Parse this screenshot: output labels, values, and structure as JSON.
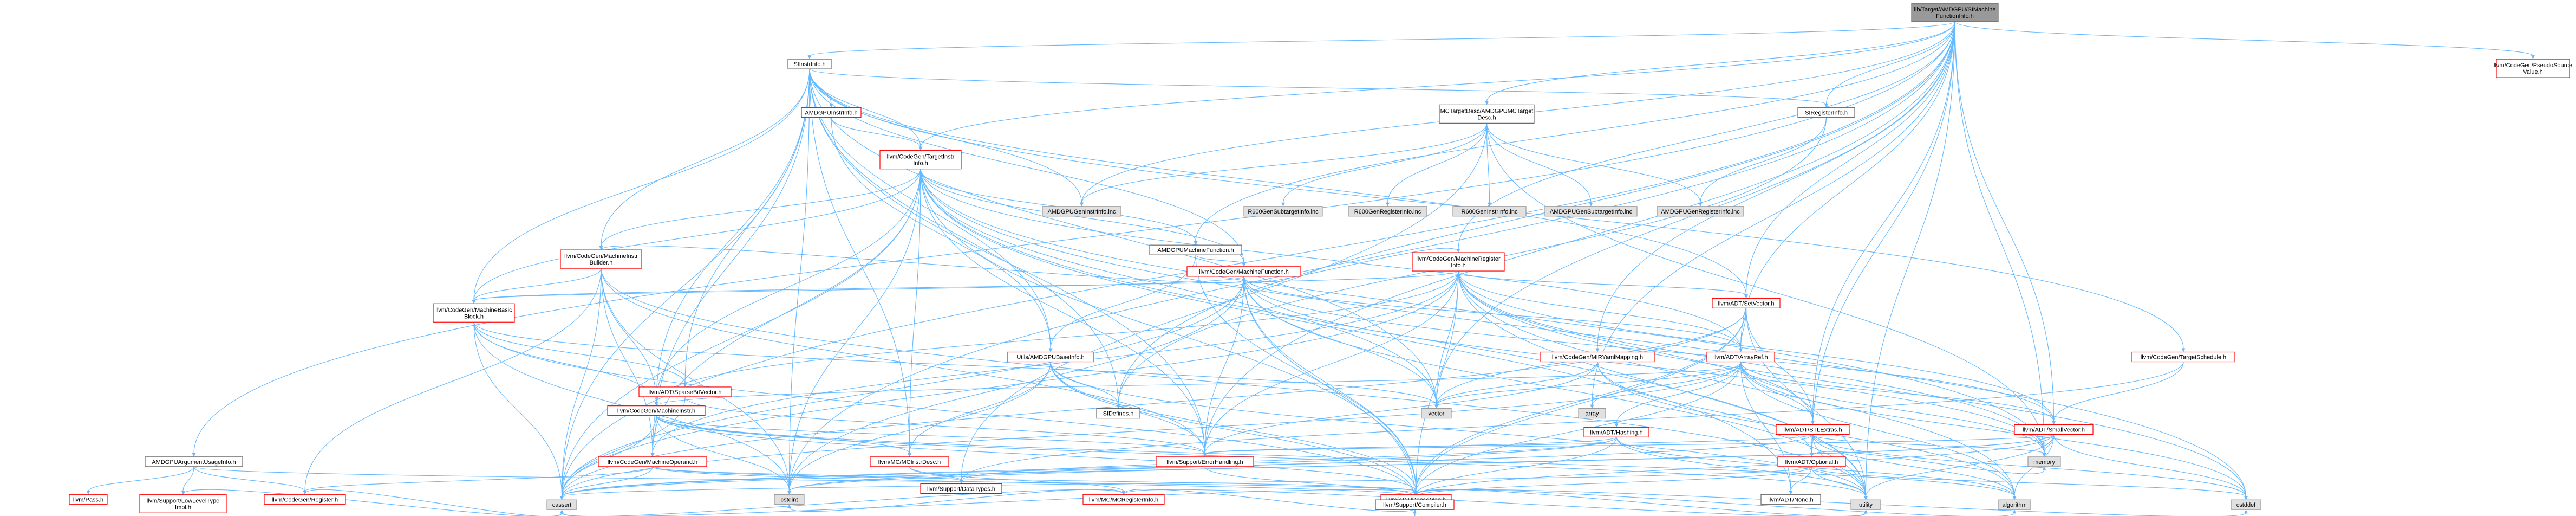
{
  "colors": {
    "root_fill": "#999999",
    "root_stroke": "#666666",
    "red_stroke": "#ff0000",
    "red_text": "#ff0000",
    "gray_fill": "#e0e0e0",
    "gray_stroke": "#999999",
    "white_fill": "#ffffff",
    "black_stroke": "#666666",
    "edge": "#63b8ff"
  },
  "nodes": [
    {
      "id": "root",
      "lines": [
        "lib/Target/AMDGPU/SIMachine",
        "FunctionInfo.h"
      ],
      "style": "root"
    },
    {
      "id": "siinstrinfo",
      "lines": [
        "SIInstrInfo.h"
      ],
      "style": "black"
    },
    {
      "id": "amdgpuinstrinfo",
      "lines": [
        "AMDGPUInstrInfo.h"
      ],
      "style": "red"
    },
    {
      "id": "targetinstrinfo",
      "lines": [
        "llvm/CodeGen/TargetInstr",
        "Info.h"
      ],
      "style": "red"
    },
    {
      "id": "amdgpugeninstrinfo",
      "lines": [
        "AMDGPUGenInstrInfo.inc"
      ],
      "style": "gray"
    },
    {
      "id": "mctargetdesc",
      "lines": [
        "MCTargetDesc/AMDGPUMCTarget",
        "Desc.h"
      ],
      "style": "black"
    },
    {
      "id": "r600gensubtarget",
      "lines": [
        "R600GenSubtargetInfo.inc"
      ],
      "style": "gray"
    },
    {
      "id": "r600genregister",
      "lines": [
        "R600GenRegisterInfo.inc"
      ],
      "style": "gray"
    },
    {
      "id": "r600geninstr",
      "lines": [
        "R600GenInstrInfo.inc"
      ],
      "style": "gray"
    },
    {
      "id": "amdgpugensubtarget",
      "lines": [
        "AMDGPUGenSubtargetInfo.inc"
      ],
      "style": "gray"
    },
    {
      "id": "amdgpugenregister",
      "lines": [
        "AMDGPUGenRegisterInfo.inc"
      ],
      "style": "gray"
    },
    {
      "id": "siregisterinfo",
      "lines": [
        "SIRegisterInfo.h"
      ],
      "style": "black"
    },
    {
      "id": "pseudosource",
      "lines": [
        "llvm/CodeGen/PseudoSource",
        "Value.h"
      ],
      "style": "red"
    },
    {
      "id": "machineinstrbuilder",
      "lines": [
        "llvm/CodeGen/MachineInstr",
        "Builder.h"
      ],
      "style": "red"
    },
    {
      "id": "amdgpumachinefunction",
      "lines": [
        "AMDGPUMachineFunction.h"
      ],
      "style": "black"
    },
    {
      "id": "machineregisterinfo",
      "lines": [
        "llvm/CodeGen/MachineRegister",
        "Info.h"
      ],
      "style": "red"
    },
    {
      "id": "machinefunction",
      "lines": [
        "llvm/CodeGen/MachineFunction.h"
      ],
      "style": "red"
    },
    {
      "id": "setvector",
      "lines": [
        "llvm/ADT/SetVector.h"
      ],
      "style": "red"
    },
    {
      "id": "machinebasicblock",
      "lines": [
        "llvm/CodeGen/MachineBasic",
        "Block.h"
      ],
      "style": "red"
    },
    {
      "id": "amdgpubaseinfo",
      "lines": [
        "Utils/AMDGPUBaseInfo.h"
      ],
      "style": "red"
    },
    {
      "id": "arrayref",
      "lines": [
        "llvm/ADT/ArrayRef.h"
      ],
      "style": "red"
    },
    {
      "id": "mirymlmapping",
      "lines": [
        "llvm/CodeGen/MIRYamlMapping.h"
      ],
      "style": "red"
    },
    {
      "id": "targetschedule",
      "lines": [
        "llvm/CodeGen/TargetSchedule.h"
      ],
      "style": "red"
    },
    {
      "id": "sparsebitvector",
      "lines": [
        "llvm/ADT/SparseBitVector.h"
      ],
      "style": "red"
    },
    {
      "id": "machineinstr",
      "lines": [
        "llvm/CodeGen/MachineInstr.h"
      ],
      "style": "red"
    },
    {
      "id": "sidefines",
      "lines": [
        "SIDefines.h"
      ],
      "style": "black"
    },
    {
      "id": "vector",
      "lines": [
        "vector"
      ],
      "style": "gray"
    },
    {
      "id": "array",
      "lines": [
        "array"
      ],
      "style": "gray"
    },
    {
      "id": "hashing",
      "lines": [
        "llvm/ADT/Hashing.h"
      ],
      "style": "red"
    },
    {
      "id": "stlextras",
      "lines": [
        "llvm/ADT/STLExtras.h"
      ],
      "style": "red"
    },
    {
      "id": "smallvector",
      "lines": [
        "llvm/ADT/SmallVector.h"
      ],
      "style": "red"
    },
    {
      "id": "argusageinfo",
      "lines": [
        "AMDGPUArgumentUsageInfo.h"
      ],
      "style": "black"
    },
    {
      "id": "machineoperand",
      "lines": [
        "llvm/CodeGen/MachineOperand.h"
      ],
      "style": "red"
    },
    {
      "id": "mcinstrdesc",
      "lines": [
        "llvm/MC/MCInstrDesc.h"
      ],
      "style": "red"
    },
    {
      "id": "errorhandling",
      "lines": [
        "llvm/Support/ErrorHandling.h"
      ],
      "style": "red"
    },
    {
      "id": "optional",
      "lines": [
        "llvm/ADT/Optional.h"
      ],
      "style": "red"
    },
    {
      "id": "memory",
      "lines": [
        "memory"
      ],
      "style": "gray"
    },
    {
      "id": "pass",
      "lines": [
        "llvm/Pass.h"
      ],
      "style": "red"
    },
    {
      "id": "lowleveltype",
      "lines": [
        "llvm/Support/LowLevelType",
        "Impl.h"
      ],
      "style": "red"
    },
    {
      "id": "register",
      "lines": [
        "llvm/CodeGen/Register.h"
      ],
      "style": "red"
    },
    {
      "id": "datatypes",
      "lines": [
        "llvm/Support/DataTypes.h"
      ],
      "style": "red"
    },
    {
      "id": "mcregisterinfo",
      "lines": [
        "llvm/MC/MCRegisterInfo.h"
      ],
      "style": "red"
    },
    {
      "id": "none",
      "lines": [
        "llvm/ADT/None.h"
      ],
      "style": "black"
    },
    {
      "id": "cstdint",
      "lines": [
        "cstdint"
      ],
      "style": "gray"
    },
    {
      "id": "densemap",
      "lines": [
        "llvm/ADT/DenseMap.h"
      ],
      "style": "red"
    },
    {
      "id": "cassert",
      "lines": [
        "cassert"
      ],
      "style": "gray"
    },
    {
      "id": "compiler",
      "lines": [
        "llvm/Support/Compiler.h"
      ],
      "style": "red"
    },
    {
      "id": "utility",
      "lines": [
        "utility"
      ],
      "style": "gray"
    },
    {
      "id": "algorithm",
      "lines": [
        "algorithm"
      ],
      "style": "gray"
    },
    {
      "id": "cstddef",
      "lines": [
        "cstddef"
      ],
      "style": "gray"
    }
  ],
  "edges": [
    [
      "root",
      "siinstrinfo"
    ],
    [
      "root",
      "mctargetdesc"
    ],
    [
      "root",
      "siregisterinfo"
    ],
    [
      "root",
      "pseudosource"
    ],
    [
      "root",
      "targetinstrinfo"
    ],
    [
      "root",
      "amdgpumachinefunction"
    ],
    [
      "root",
      "machineregisterinfo"
    ],
    [
      "root",
      "arrayref"
    ],
    [
      "root",
      "setvector"
    ],
    [
      "root",
      "smallvector"
    ],
    [
      "root",
      "stlextras"
    ],
    [
      "root",
      "argusageinfo"
    ],
    [
      "root",
      "mirymlmapping"
    ],
    [
      "root",
      "errorhandling"
    ],
    [
      "root",
      "optional"
    ],
    [
      "root",
      "array"
    ],
    [
      "root",
      "cassert"
    ],
    [
      "root",
      "utility"
    ],
    [
      "root",
      "vector"
    ],
    [
      "root",
      "memory"
    ],
    [
      "root",
      "sidefines"
    ],
    [
      "root",
      "amdgpugeninstrinfo"
    ],
    [
      "root",
      "cstdint"
    ],
    [
      "siinstrinfo",
      "amdgpuinstrinfo"
    ],
    [
      "siinstrinfo",
      "amdgpugeninstrinfo"
    ],
    [
      "siinstrinfo",
      "siregisterinfo"
    ],
    [
      "siinstrinfo",
      "amdgpubaseinfo"
    ],
    [
      "siinstrinfo",
      "setvector"
    ],
    [
      "siinstrinfo",
      "machinefunction"
    ],
    [
      "siinstrinfo",
      "machineinstrbuilder"
    ],
    [
      "siinstrinfo",
      "targetschedule"
    ],
    [
      "siinstrinfo",
      "sidefines"
    ],
    [
      "siinstrinfo",
      "machinebasicblock"
    ],
    [
      "siinstrinfo",
      "machineinstr"
    ],
    [
      "siinstrinfo",
      "machineoperand"
    ],
    [
      "siinstrinfo",
      "mcinstrdesc"
    ],
    [
      "siinstrinfo",
      "errorhandling"
    ],
    [
      "siinstrinfo",
      "cassert"
    ],
    [
      "siinstrinfo",
      "cstdint"
    ],
    [
      "siinstrinfo",
      "sparsebitvector"
    ],
    [
      "siinstrinfo",
      "targetinstrinfo"
    ],
    [
      "siinstrinfo",
      "vector"
    ],
    [
      "amdgpuinstrinfo",
      "targetinstrinfo"
    ],
    [
      "amdgpuinstrinfo",
      "amdgpubaseinfo"
    ],
    [
      "targetinstrinfo",
      "machineinstrbuilder"
    ],
    [
      "targetinstrinfo",
      "machinebasicblock"
    ],
    [
      "targetinstrinfo",
      "machinefunction"
    ],
    [
      "targetinstrinfo",
      "machineinstr"
    ],
    [
      "targetinstrinfo",
      "arrayref"
    ],
    [
      "targetinstrinfo",
      "densemap"
    ],
    [
      "targetinstrinfo",
      "none"
    ],
    [
      "targetinstrinfo",
      "machineoperand"
    ],
    [
      "targetinstrinfo",
      "mcinstrdesc"
    ],
    [
      "targetinstrinfo",
      "errorhandling"
    ],
    [
      "targetinstrinfo",
      "cassert"
    ],
    [
      "targetinstrinfo",
      "cstddef"
    ],
    [
      "targetinstrinfo",
      "cstdint"
    ],
    [
      "targetinstrinfo",
      "utility"
    ],
    [
      "targetinstrinfo",
      "vector"
    ],
    [
      "targetinstrinfo",
      "memory"
    ],
    [
      "targetinstrinfo",
      "amdgpumachinefunction"
    ],
    [
      "mctargetdesc",
      "r600gensubtarget"
    ],
    [
      "mctargetdesc",
      "r600genregister"
    ],
    [
      "mctargetdesc",
      "r600geninstr"
    ],
    [
      "mctargetdesc",
      "amdgpugensubtarget"
    ],
    [
      "mctargetdesc",
      "amdgpugenregister"
    ],
    [
      "mctargetdesc",
      "amdgpugeninstrinfo"
    ],
    [
      "mctargetdesc",
      "memory"
    ],
    [
      "mctargetdesc",
      "datatypes"
    ],
    [
      "siregisterinfo",
      "amdgpugenregister"
    ],
    [
      "siregisterinfo",
      "sidefines"
    ],
    [
      "amdgpumachinefunction",
      "machinefunction"
    ],
    [
      "amdgpumachinefunction",
      "densemap"
    ],
    [
      "amdgpumachinefunction",
      "amdgpubaseinfo"
    ],
    [
      "machineregisterinfo",
      "setvector"
    ],
    [
      "machineregisterinfo",
      "arrayref"
    ],
    [
      "machineregisterinfo",
      "machinefunction"
    ],
    [
      "machineregisterinfo",
      "machinebasicblock"
    ],
    [
      "machineregisterinfo",
      "machineinstr"
    ],
    [
      "machineregisterinfo",
      "machineoperand"
    ],
    [
      "machineregisterinfo",
      "densemap"
    ],
    [
      "machineregisterinfo",
      "vector"
    ],
    [
      "machineregisterinfo",
      "smallvector"
    ],
    [
      "machineregisterinfo",
      "stlextras"
    ],
    [
      "machineregisterinfo",
      "cassert"
    ],
    [
      "machineregisterinfo",
      "cstddef"
    ],
    [
      "machineregisterinfo",
      "memory"
    ],
    [
      "machineregisterinfo",
      "utility"
    ],
    [
      "machineregisterinfo",
      "algorithm"
    ],
    [
      "machineregisterinfo",
      "errorhandling"
    ],
    [
      "machinefunction",
      "arrayref"
    ],
    [
      "machinefunction",
      "densemap"
    ],
    [
      "machinefunction",
      "smallvector"
    ],
    [
      "machinefunction",
      "machinebasicblock"
    ],
    [
      "machinefunction",
      "compiler"
    ],
    [
      "machinefunction",
      "errorhandling"
    ],
    [
      "machinefunction",
      "cassert"
    ],
    [
      "machinefunction",
      "cstdint"
    ],
    [
      "machinefunction",
      "memory"
    ],
    [
      "machinefunction",
      "utility"
    ],
    [
      "machinefunction",
      "vector"
    ],
    [
      "setvector",
      "arrayref"
    ],
    [
      "setvector",
      "densemap"
    ],
    [
      "setvector",
      "stlextras"
    ],
    [
      "setvector",
      "compiler"
    ],
    [
      "setvector",
      "cassert"
    ],
    [
      "setvector",
      "iterator"
    ],
    [
      "setvector",
      "utility"
    ],
    [
      "setvector",
      "vector"
    ],
    [
      "machineinstrbuilder",
      "machinebasicblock"
    ],
    [
      "machineinstrbuilder",
      "machinefunction"
    ],
    [
      "machineinstrbuilder",
      "machineinstr"
    ],
    [
      "machineinstrbuilder",
      "machineoperand"
    ],
    [
      "machineinstrbuilder",
      "errorhandling"
    ],
    [
      "machineinstrbuilder",
      "cassert"
    ],
    [
      "machineinstrbuilder",
      "cstdint"
    ],
    [
      "machineinstrbuilder",
      "utility"
    ],
    [
      "machineinstrbuilder",
      "register"
    ],
    [
      "machinebasicblock",
      "sparsebitvector"
    ],
    [
      "machinebasicblock",
      "machineinstr"
    ],
    [
      "machinebasicblock",
      "cassert"
    ],
    [
      "machinebasicblock",
      "cstdint"
    ],
    [
      "machinebasicblock",
      "vector"
    ],
    [
      "machinebasicblock",
      "compiler"
    ],
    [
      "amdgpubaseinfo",
      "sidefines"
    ],
    [
      "amdgpubaseinfo",
      "mcinstrdesc"
    ],
    [
      "amdgpubaseinfo",
      "compiler"
    ],
    [
      "amdgpubaseinfo",
      "errorhandling"
    ],
    [
      "amdgpubaseinfo",
      "cstdint"
    ],
    [
      "amdgpubaseinfo",
      "utility"
    ],
    [
      "amdgpubaseinfo",
      "densemap"
    ],
    [
      "arrayref",
      "hashing"
    ],
    [
      "arrayref",
      "none"
    ],
    [
      "arrayref",
      "smallvector"
    ],
    [
      "arrayref",
      "stlextras"
    ],
    [
      "arrayref",
      "compiler"
    ],
    [
      "arrayref",
      "algorithm"
    ],
    [
      "arrayref",
      "array"
    ],
    [
      "arrayref",
      "cassert"
    ],
    [
      "arrayref",
      "cstddef"
    ],
    [
      "arrayref",
      "memory"
    ],
    [
      "arrayref",
      "vector"
    ],
    [
      "mirymlmapping",
      "errorhandling"
    ],
    [
      "mirymlmapping",
      "optional"
    ],
    [
      "mirymlmapping",
      "algorithm"
    ],
    [
      "mirymlmapping",
      "vector"
    ],
    [
      "targetschedule",
      "smallvector"
    ],
    [
      "targetschedule",
      "datatypes"
    ],
    [
      "sparsebitvector",
      "errorhandling"
    ],
    [
      "sparsebitvector",
      "cassert"
    ],
    [
      "sparsebitvector",
      "climits"
    ],
    [
      "machineinstr",
      "machineoperand"
    ],
    [
      "machineinstr",
      "mcinstrdesc"
    ],
    [
      "machineinstr",
      "arrayref"
    ],
    [
      "machineinstr",
      "densemap"
    ],
    [
      "machineinstr",
      "errorhandling"
    ],
    [
      "machineinstr",
      "cassert"
    ],
    [
      "machineinstr",
      "cstdint"
    ],
    [
      "machineinstr",
      "utility"
    ],
    [
      "machineinstr",
      "algorithm"
    ],
    [
      "hashing",
      "errorhandling"
    ],
    [
      "hashing",
      "datatypes"
    ],
    [
      "hashing",
      "algorithm"
    ],
    [
      "hashing",
      "cassert"
    ],
    [
      "hashing",
      "cstring"
    ],
    [
      "hashing",
      "utility"
    ],
    [
      "hashing",
      "compiler"
    ],
    [
      "stlextras",
      "optional"
    ],
    [
      "stlextras",
      "errorhandling"
    ],
    [
      "stlextras",
      "algorithm"
    ],
    [
      "stlextras",
      "cassert"
    ],
    [
      "stlextras",
      "cstddef"
    ],
    [
      "stlextras",
      "cstdint"
    ],
    [
      "stlextras",
      "memory"
    ],
    [
      "stlextras",
      "utility"
    ],
    [
      "smallvector",
      "compiler"
    ],
    [
      "smallvector",
      "errorhandling"
    ],
    [
      "smallvector",
      "algorithm"
    ],
    [
      "smallvector",
      "cassert"
    ],
    [
      "smallvector",
      "cstddef"
    ],
    [
      "smallvector",
      "memory"
    ],
    [
      "smallvector",
      "utility"
    ],
    [
      "smallvector",
      "cstdint"
    ],
    [
      "argusageinfo",
      "pass"
    ],
    [
      "argusageinfo",
      "lowleveltype"
    ],
    [
      "argusageinfo",
      "register"
    ],
    [
      "argusageinfo",
      "densemap"
    ],
    [
      "machineoperand",
      "register"
    ],
    [
      "machineoperand",
      "datatypes"
    ],
    [
      "machineoperand",
      "cassert"
    ],
    [
      "machineoperand",
      "densemap"
    ],
    [
      "machineoperand",
      "compiler"
    ],
    [
      "mcinstrdesc",
      "mcregisterinfo"
    ],
    [
      "mcinstrdesc",
      "datatypes"
    ],
    [
      "errorhandling",
      "compiler"
    ],
    [
      "optional",
      "none"
    ],
    [
      "optional",
      "compiler"
    ],
    [
      "optional",
      "cassert"
    ],
    [
      "optional",
      "memory"
    ],
    [
      "optional",
      "utility"
    ],
    [
      "optional",
      "cstddef"
    ],
    [
      "lowleveltype",
      "cassert"
    ],
    [
      "register",
      "cassert"
    ],
    [
      "mcregisterinfo",
      "cassert"
    ],
    [
      "mcregisterinfo",
      "cstdint"
    ],
    [
      "mcregisterinfo",
      "utility"
    ],
    [
      "mcregisterinfo",
      "densemap"
    ],
    [
      "densemap",
      "compiler"
    ],
    [
      "densemap",
      "cassert"
    ],
    [
      "densemap",
      "utility"
    ],
    [
      "densemap",
      "algorithm"
    ],
    [
      "densemap",
      "cstddef"
    ]
  ]
}
